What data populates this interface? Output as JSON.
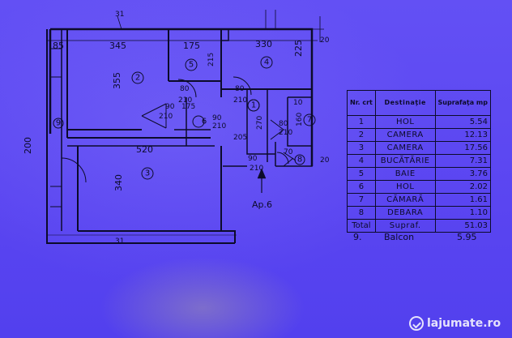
{
  "dimensions": {
    "top": [
      "85",
      "345",
      "175",
      "330"
    ],
    "right_top": "225",
    "sub": [
      "215",
      "80",
      "210",
      "80",
      "210",
      "90",
      "175",
      "210",
      "270",
      "205",
      "80",
      "210",
      "10",
      "160",
      "70",
      "90",
      "210",
      "90",
      "210"
    ],
    "left": [
      "355",
      "340",
      "200"
    ],
    "bottom_span": "520",
    "grid_marks": [
      "31",
      "31",
      "20",
      "20"
    ]
  },
  "rooms": [
    "1",
    "2",
    "3",
    "4",
    "5",
    "6",
    "7",
    "8",
    "9"
  ],
  "apartment_label": "Ap.6",
  "legend": {
    "headers": {
      "nr": "Nr. crt",
      "dest": "Destinaţie",
      "area": "Suprafaţa mp"
    },
    "rows": [
      {
        "nr": "1",
        "dest": "HOL",
        "area": "5.54"
      },
      {
        "nr": "2",
        "dest": "CAMERA",
        "area": "12.13"
      },
      {
        "nr": "3",
        "dest": "CAMERA",
        "area": "17.56"
      },
      {
        "nr": "4",
        "dest": "BUCĂTĂRIE",
        "area": "7.31"
      },
      {
        "nr": "5",
        "dest": "BAIE",
        "area": "3.76"
      },
      {
        "nr": "6",
        "dest": "HOL",
        "area": "2.02"
      },
      {
        "nr": "7",
        "dest": "CĂMARĂ",
        "area": "1.61"
      },
      {
        "nr": "8",
        "dest": "DEBARA",
        "area": "1.10"
      }
    ],
    "total": {
      "label": "Total",
      "dest": "Supraf.",
      "area": "51.03"
    },
    "balcony": {
      "nr": "9.",
      "dest": "Balcon",
      "area": "5.95"
    }
  },
  "watermark": "lajumate.ro",
  "colors": {
    "paper": "#5b46f2",
    "ink": "#0c0b2a"
  }
}
